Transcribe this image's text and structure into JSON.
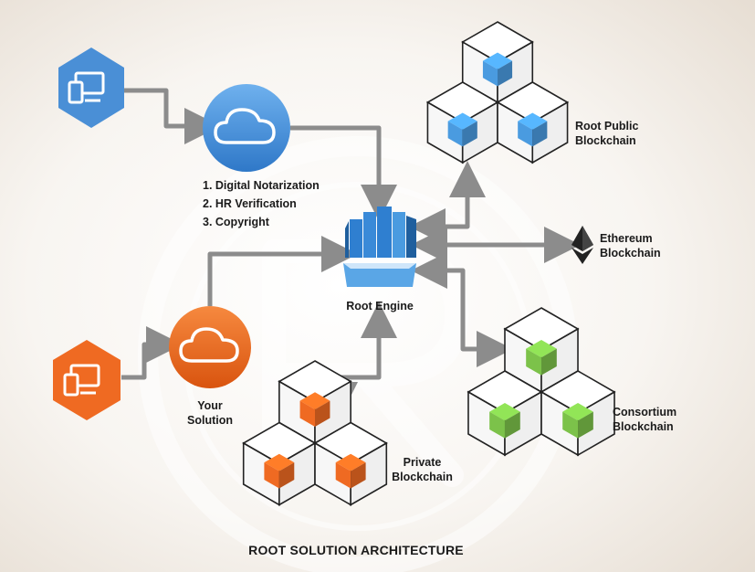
{
  "title": "ROOT SOLUTION ARCHITECTURE",
  "nodes": {
    "root_engine": "Root Engine",
    "your_solution": [
      "Your",
      "Solution"
    ],
    "root_public": [
      "Root Public",
      "Blockchain"
    ],
    "ethereum": [
      "Ethereum",
      "Blockchain"
    ],
    "consortium": [
      "Consortium",
      "Blockchain"
    ],
    "private": [
      "Private",
      "Blockchain"
    ]
  },
  "services": [
    "1. Digital Notarization",
    "2. HR Verification",
    "3. Copyright"
  ],
  "colors": {
    "background": "#f3efe9",
    "connector": "#8c8c8c",
    "client_blue": "#4a8fd6",
    "client_orange": "#ef6a22",
    "cube_blue": "#4a9be0",
    "cube_green": "#7cc24a",
    "cube_orange": "#ef6a22",
    "engine_blue": "#2f7fd0"
  },
  "icons": {
    "client_top": "devices-icon",
    "cloud_top": "cloud-icon",
    "client_bottom": "devices-icon",
    "cloud_bottom": "cloud-icon",
    "engine": "database-server-icon",
    "ethereum": "ethereum-logo-icon",
    "watermark": "root-logo-watermark"
  }
}
